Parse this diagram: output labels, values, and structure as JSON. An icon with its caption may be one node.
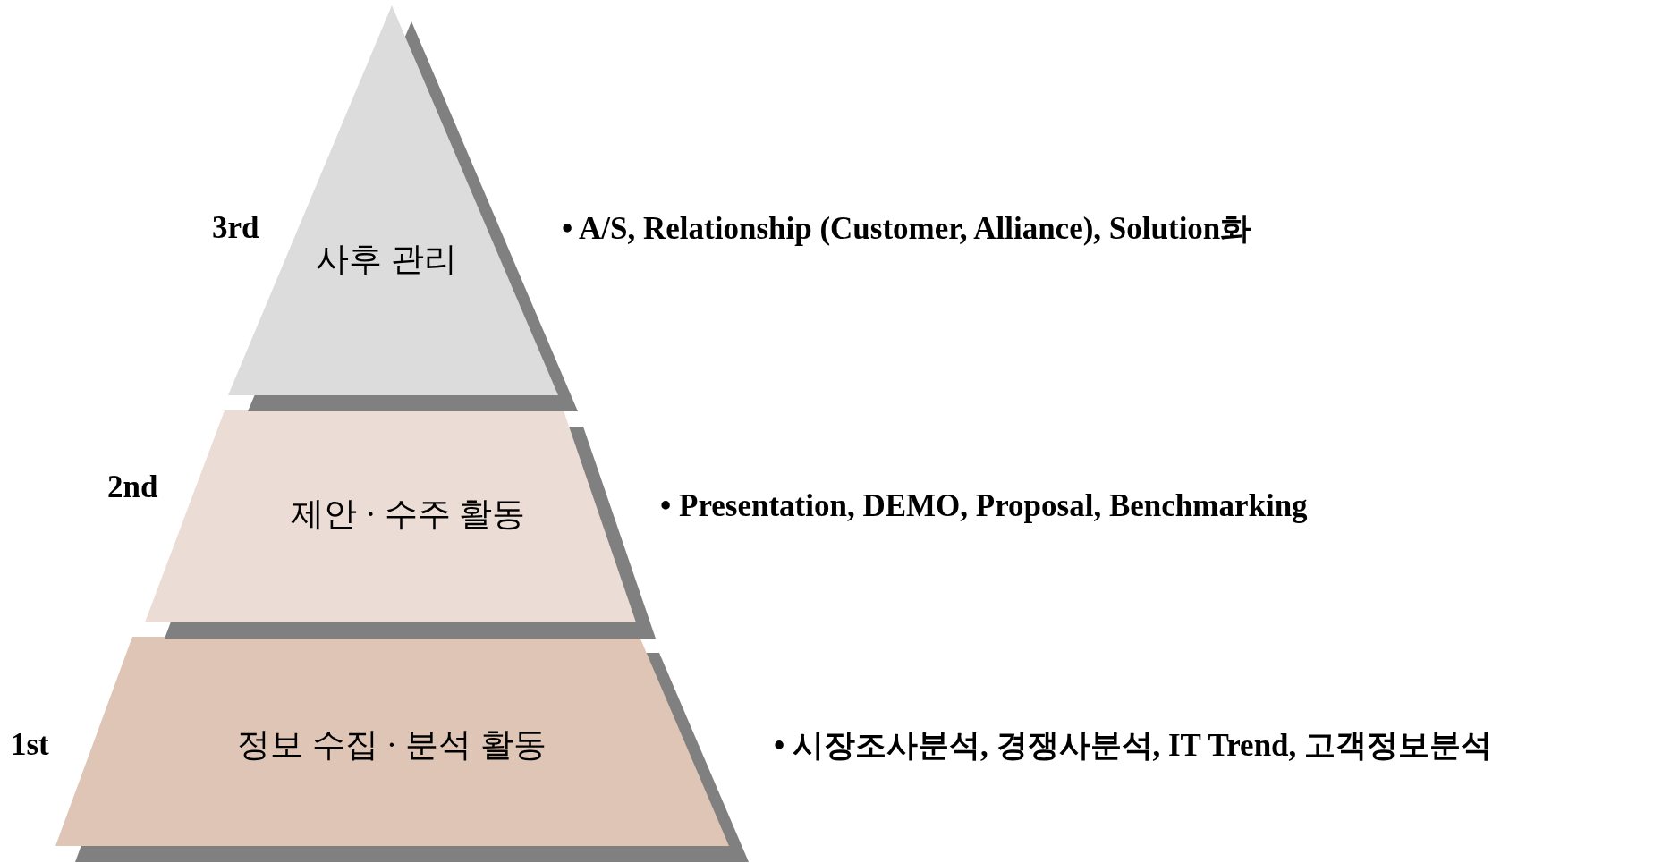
{
  "diagram": {
    "nodes": [
      {
        "text": [
          "사후 관리"
        ],
        "beside": [
          "3rd",
          "• A/S, Relationship (Customer, Alliance), Solution화"
        ]
      },
      {
        "text": [
          "제안 · 수주 활동"
        ],
        "beside": [
          "2nd",
          "• Presentation, DEMO, Proposal, Benchmarking"
        ]
      },
      {
        "text": [
          "정보 수집 · 분석 활동"
        ],
        "beside": [
          "1st",
          "• 시장조사분석, 경쟁사분석, IT Trend, 고객정보분석"
        ]
      }
    ],
    "edges": []
  }
}
